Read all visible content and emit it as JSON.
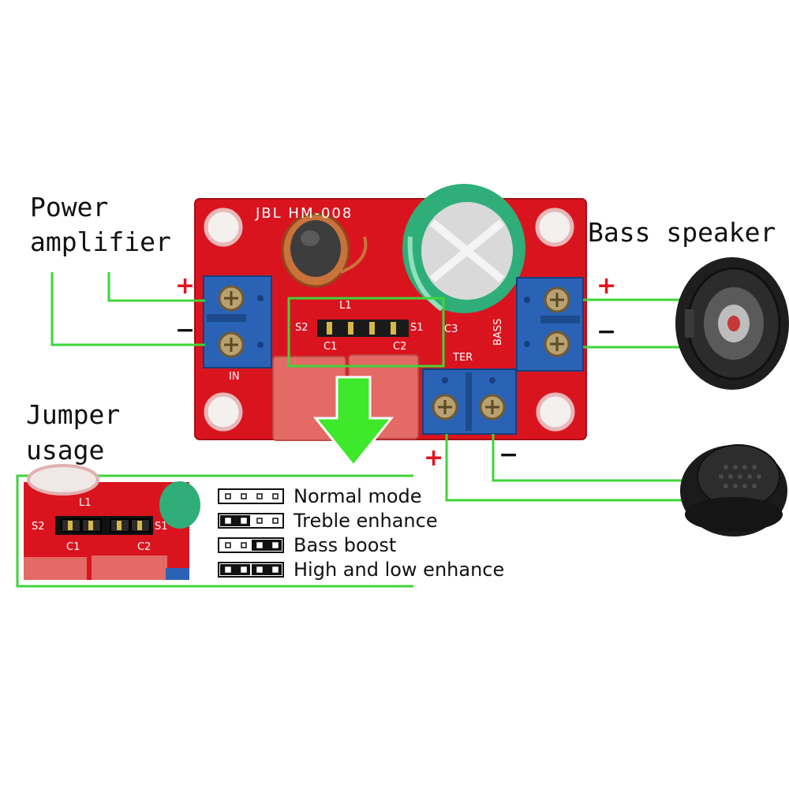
{
  "labels": {
    "power_amplifier_line1": "Power",
    "power_amplifier_line2": "amplifier",
    "bass_speaker": "Bass speaker",
    "jumper_usage_line1": "Jumper",
    "jumper_usage_line2": "usage"
  },
  "polarity": {
    "plus": "+",
    "minus": "−"
  },
  "board": {
    "model": "JBL HM-008",
    "l1": "L1",
    "s1": "S1",
    "s2": "S2",
    "c1": "C1",
    "c2": "C2",
    "c3": "C3",
    "bass": "BASS",
    "input": "IN",
    "treble": "TER"
  },
  "jumper_legend": [
    {
      "label": "Normal mode",
      "pins": [
        false,
        false,
        false,
        false
      ]
    },
    {
      "label": "Treble enhance",
      "pins": [
        true,
        true,
        false,
        false
      ]
    },
    {
      "label": "Bass boost",
      "pins": [
        false,
        false,
        true,
        true
      ]
    },
    {
      "label": "High and low enhance",
      "pins": [
        true,
        true,
        true,
        true
      ]
    }
  ],
  "colors": {
    "pcb": "#d9141f",
    "terminal": "#2a63b5",
    "guide_line": "#3fd43a",
    "arrow": "#3ee82a",
    "capacitor": "#2fae7a"
  }
}
